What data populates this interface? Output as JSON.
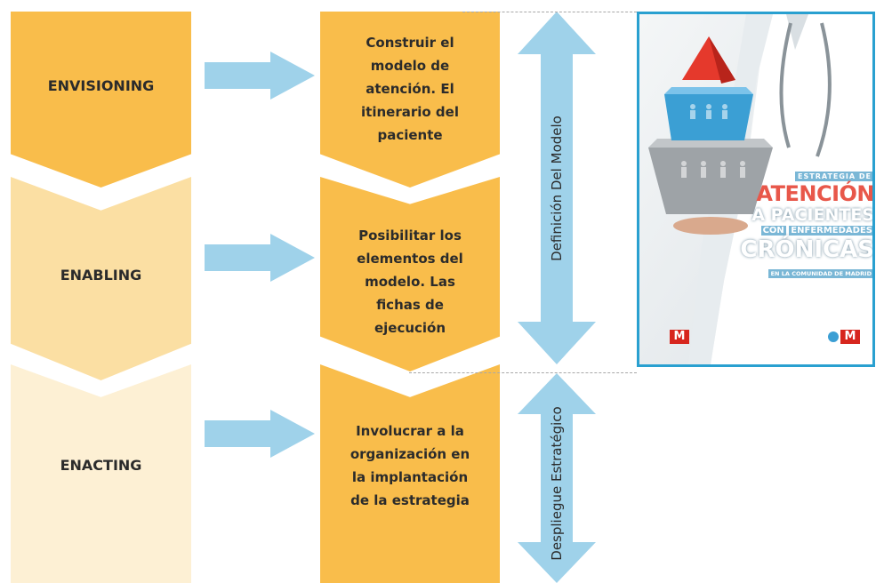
{
  "stages": [
    {
      "label": "ENVISIONING",
      "color": "#f9bd4b"
    },
    {
      "label": "ENABLING",
      "color": "#fbdfa3"
    },
    {
      "label": "ENACTING",
      "color": "#fdf0d4"
    }
  ],
  "actions": [
    {
      "text": "Construir el modelo de atención. El itinerario del paciente"
    },
    {
      "text": "Posibilitar los elementos del modelo. Las fichas de ejecución"
    },
    {
      "text": "Involucrar a la organización en la implantación de la estrategia"
    }
  ],
  "phases": [
    {
      "label": "Definición Del Modelo"
    },
    {
      "label": "Despliegue Estratégico"
    }
  ],
  "cover": {
    "line1": "ESTRATEGIA DE",
    "line2": "ATENCIÓN",
    "line3": "A PACIENTES",
    "line4_a": "CON",
    "line4_b": "ENFERMEDADES",
    "line5": "CRÓNICAS",
    "line6": "EN LA COMUNIDAD DE MADRID"
  },
  "colors": {
    "box": "#f9bd4b",
    "arrow": "#9fd2ea",
    "cover_border": "#29a0d0"
  }
}
